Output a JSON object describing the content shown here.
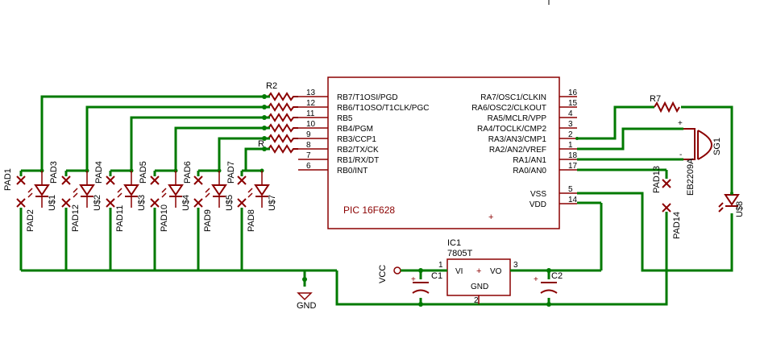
{
  "chip": {
    "label": "PIC 16F628",
    "left_pins": [
      {
        "num": "13",
        "name": "RB7/T1OSI/PGD"
      },
      {
        "num": "12",
        "name": "RB6/T1OSO/T1CLK/PGC"
      },
      {
        "num": "11",
        "name": "RB5"
      },
      {
        "num": "10",
        "name": "RB4/PGM"
      },
      {
        "num": "9",
        "name": "RB3/CCP1"
      },
      {
        "num": "8",
        "name": "RB2/TX/CK"
      },
      {
        "num": "7",
        "name": "RB1/RX/DT"
      },
      {
        "num": "6",
        "name": "RB0/INT"
      }
    ],
    "right_pins": [
      {
        "num": "16",
        "name": "RA7/OSC1/CLKIN"
      },
      {
        "num": "15",
        "name": "RA6/OSC2/CLKOUT"
      },
      {
        "num": "4",
        "name": "RA5/MCLR/VPP"
      },
      {
        "num": "3",
        "name": "RA4/TOCLK/CMP2"
      },
      {
        "num": "2",
        "name": "RA3/AN3/CMP1"
      },
      {
        "num": "1",
        "name": "RA2/AN2/VREF"
      },
      {
        "num": "18",
        "name": "RA1/AN1"
      },
      {
        "num": "17",
        "name": "RA0/AN0"
      },
      {
        "num": "5",
        "name": "VSS"
      },
      {
        "num": "14",
        "name": "VDD"
      }
    ]
  },
  "resistors": {
    "r2": "R2",
    "r7": "R7",
    "r_overlap": "R"
  },
  "led_columns": [
    {
      "pad_top": "PAD1",
      "pad_bottom": "PAD2",
      "led": "U$1",
      "pad_extra": "PAD3"
    },
    {
      "pad_top": "",
      "pad_bottom": "PAD12",
      "led": "U$2",
      "pad_extra": "PAD4"
    },
    {
      "pad_top": "",
      "pad_bottom": "PAD11",
      "led": "U$3",
      "pad_extra": "PAD5"
    },
    {
      "pad_top": "",
      "pad_bottom": "PAD10",
      "led": "U$4",
      "pad_extra": "PAD6"
    },
    {
      "pad_top": "",
      "pad_bottom": "PAD9",
      "led": "U$5",
      "pad_extra": "PAD7"
    },
    {
      "pad_top": "",
      "pad_bottom": "PAD8",
      "led": "U$7",
      "pad_extra": ""
    }
  ],
  "regulator": {
    "name": "IC1",
    "value": "7805T",
    "vi": "VI",
    "vo": "VO",
    "gnd": "GND",
    "pin_in": "1",
    "pin_out": "3",
    "pin_gnd": "2"
  },
  "capacitors": {
    "c1": "C1",
    "c2": "C2"
  },
  "power": {
    "vcc": "VCC",
    "gnd": "GND"
  },
  "buzzer": {
    "name": "SG1",
    "value": "EB2209A"
  },
  "right_pads": {
    "pad_a": "PAD13",
    "pad_b": "PAD14",
    "led": "U$8"
  },
  "colors": {
    "wire": "#007a00",
    "part": "#8b0000",
    "text": "#000000",
    "pin": "#8b0000"
  }
}
